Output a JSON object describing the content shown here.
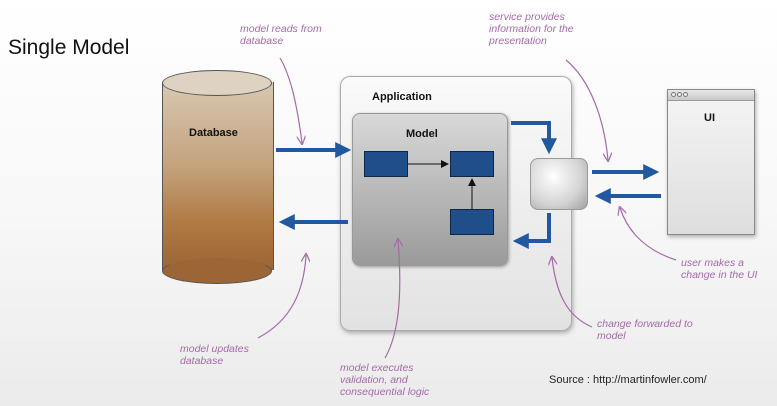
{
  "title": "Single Model",
  "source": "Source : http://martinfowler.com/",
  "nodes": {
    "database": "Database",
    "application": "Application",
    "model": "Model",
    "ui": "UI"
  },
  "annotations": {
    "model_reads": "model reads from\ndatabase",
    "service_provides": "service provides\ninformation for the\npresentation",
    "user_makes_change": "user makes a\nchange in the UI",
    "change_forwarded": "change forwarded to\nmodel",
    "model_updates": "model updates\ndatabase",
    "model_executes": "model executes\nvalidation, and\nconsequential logic"
  },
  "colors": {
    "arrow_blue": "#2258a0",
    "box_blue": "#1f4e8a",
    "annotation_purple": "#a46aa8"
  }
}
